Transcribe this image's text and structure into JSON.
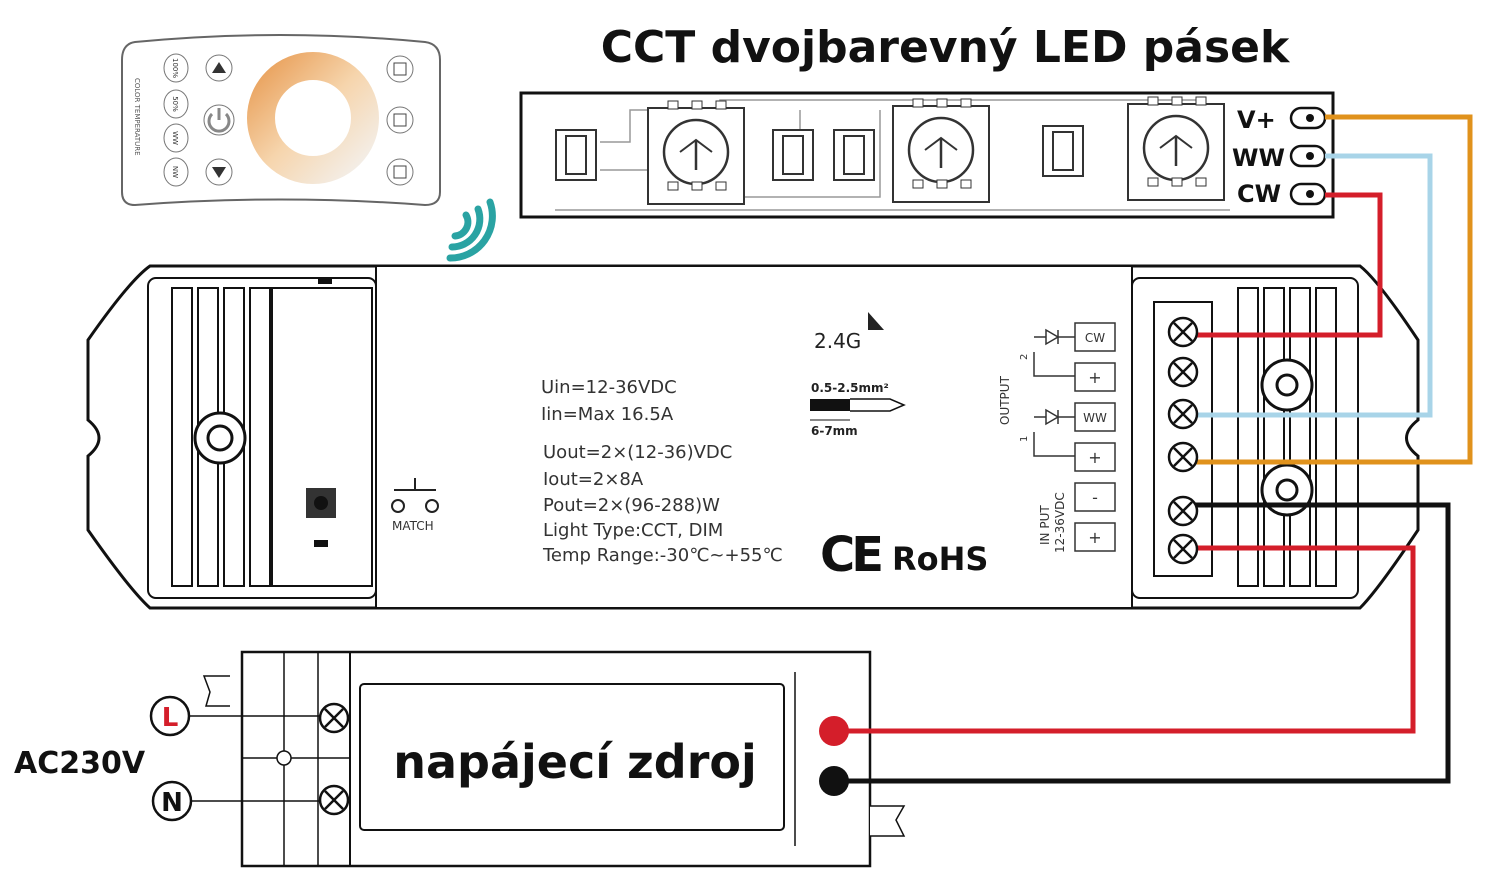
{
  "title": "CCT dvojbarevný LED pásek",
  "strip": {
    "vplus": "V+",
    "ww": "WW",
    "cw": "CW"
  },
  "remote": {
    "buttons": [
      "100%",
      "50%",
      "WW",
      "NW"
    ],
    "side_label": "COLOR TEMPERATURE"
  },
  "controller": {
    "freq": "2.4G",
    "specs": [
      "Uin=12-36VDC",
      "Iin=Max 16.5A",
      "Uout=2×(12-36)VDC",
      "Iout=2×8A",
      "Pout=2×(96-288)W",
      "Light Type:CCT, DIM",
      "Temp Range:-30℃~+55℃"
    ],
    "wire_size": "0.5-2.5mm²",
    "strip_len": "6-7mm",
    "match": "MATCH",
    "output": "OUTPUT",
    "ch2": "2",
    "ch1": "1",
    "term_cw": "CW",
    "term_ww": "WW",
    "plus": "+",
    "minus": "-",
    "input_label": "IN PUT",
    "input_range": "12-36VDC",
    "ce": "CE",
    "rohs": "RoHS"
  },
  "psu": {
    "label": "napájecí zdroj",
    "ac": "AC230V",
    "l": "L",
    "n": "N"
  },
  "colors": {
    "orange": "#e0921c",
    "blue": "#a8d4e8",
    "red": "#d41e2a",
    "black": "#111111",
    "teal": "#2aa3a3"
  }
}
